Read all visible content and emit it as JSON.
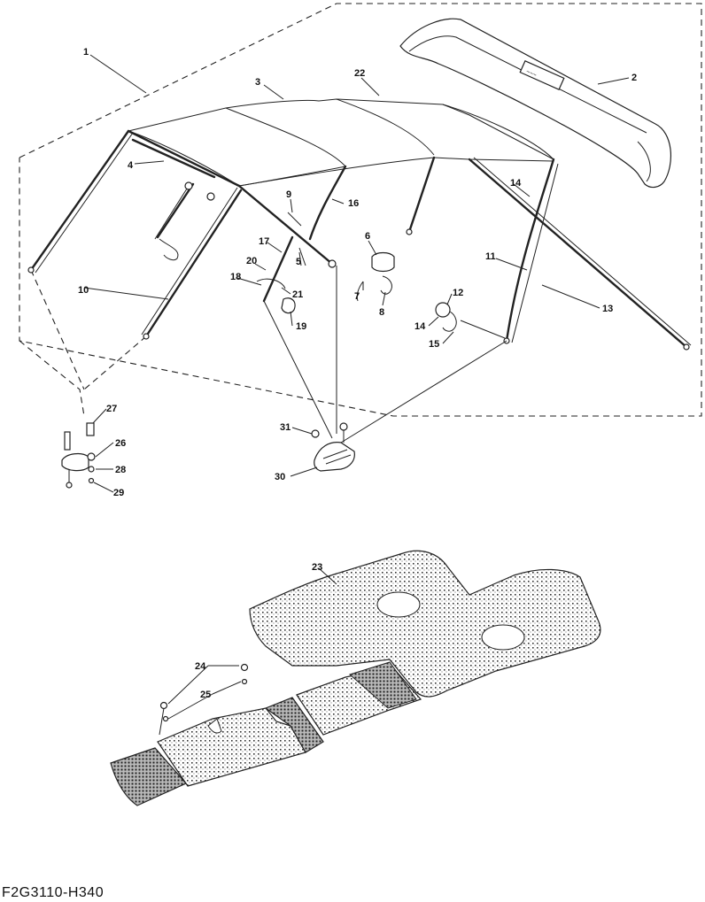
{
  "document_code": "F2G3110-H340",
  "callouts": {
    "c1": "1",
    "c2": "2",
    "c3": "3",
    "c4": "4",
    "c5": "5",
    "c6": "6",
    "c7": "7",
    "c8": "8",
    "c9": "9",
    "c10": "10",
    "c11": "11",
    "c12": "12",
    "c13": "13",
    "c14a": "14",
    "c14b": "14",
    "c15": "15",
    "c16": "16",
    "c17": "17",
    "c18": "18",
    "c19": "19",
    "c20": "20",
    "c21": "21",
    "c22": "22",
    "c23": "23",
    "c24": "24",
    "c25": "25",
    "c26": "26",
    "c27": "27",
    "c28": "28",
    "c29": "29",
    "c30": "30",
    "c31": "31"
  }
}
